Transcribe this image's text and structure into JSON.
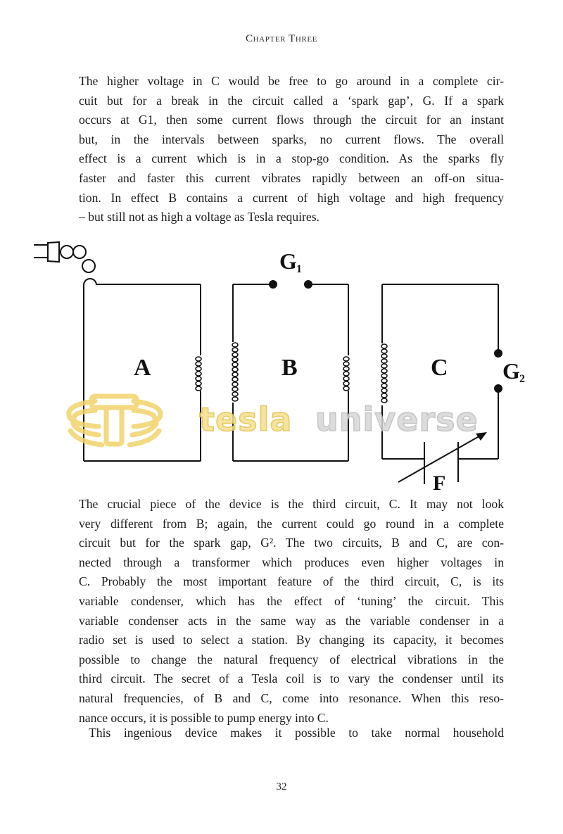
{
  "running_head": "Chapter Three",
  "paragraphs": {
    "p1": {
      "lines": [
        "The higher voltage in C would be free to go around in a complete cir-",
        "cuit but for a break in the circuit called a ‘spark gap’, G. If a spark",
        "occurs at G1, then some current flows through the circuit for an instant",
        "but, in the intervals between sparks, no current flows. The overall",
        "effect is a current which is in a stop-go condition. As the sparks fly",
        "faster and faster this current vibrates rapidly between an off-on situa-",
        "tion. In effect B contains a current of high voltage and high frequency",
        "– but still not as high a voltage as Tesla requires."
      ]
    },
    "p2": {
      "lines": [
        "The crucial piece of the device is the third circuit, C. It may not look",
        "very different from B; again, the current could go round in a complete",
        "circuit but for the spark gap, G². The two circuits, B and C, are con-",
        "nected through a transformer which produces even higher voltages in",
        "C. Probably the most important feature of the third circuit, C, is its",
        "variable condenser, which has the effect of ‘tuning’ the circuit. This",
        "variable condenser acts in the same way as the variable condenser in a",
        "radio set is used to select a station. By changing its capacity, it becomes",
        "possible to change the natural frequency of electrical vibrations in the",
        "third circuit. The secret of a Tesla coil is to vary the condenser until its",
        "natural frequencies, of B and C, come into resonance. When this reso-",
        "nance occurs, it is possible to pump energy into C."
      ]
    },
    "p3": {
      "lines": [
        "This ingenious device makes it possible to take normal household"
      ]
    }
  },
  "diagram": {
    "labels": {
      "circuit_a": "A",
      "circuit_b": "B",
      "circuit_c": "C",
      "gap_1": "G",
      "gap_1_sub": "1",
      "gap_2": "G",
      "gap_2_sub": "2",
      "condenser": "F"
    },
    "watermark": {
      "word1": "tesla",
      "word2": "universe",
      "color_gold": "#f2d36b",
      "color_gray": "#c8c8c8"
    }
  },
  "folio": "32"
}
